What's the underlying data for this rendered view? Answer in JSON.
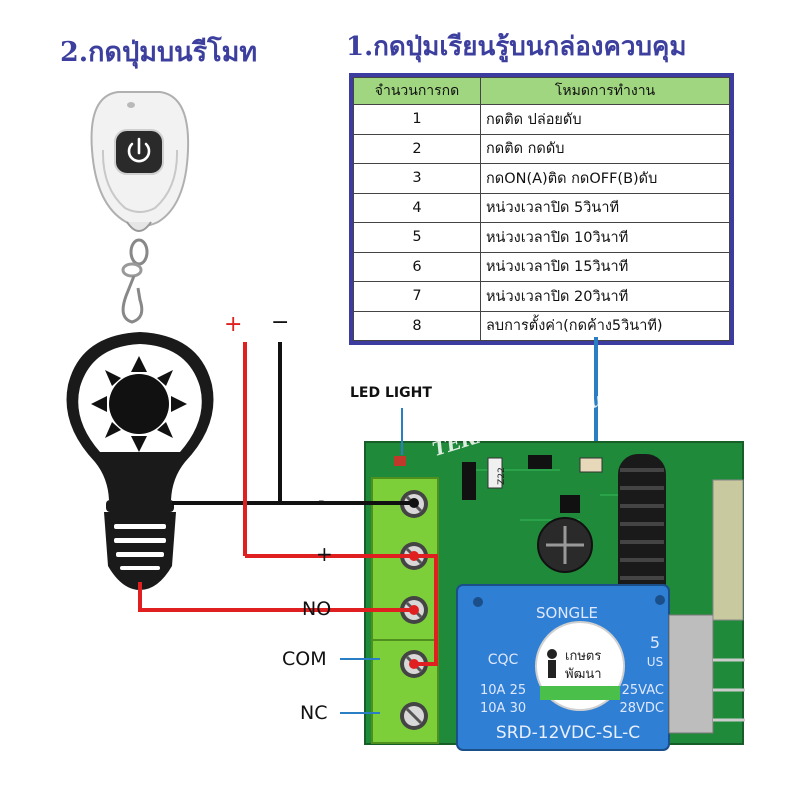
{
  "titles": {
    "remote": "2.กดปุ่มบนรีโมท",
    "learn": "1.กดปุ่มเรียนรู้บนกล่องควบคุม"
  },
  "table": {
    "headers": [
      "จำนวนการกด",
      "โหมดการทำงาน"
    ],
    "rows": [
      {
        "n": "1",
        "mode": "กดติด ปล่อยดับ"
      },
      {
        "n": "2",
        "mode": "กดติด กดดับ"
      },
      {
        "n": "3",
        "mode": "กดON(A)ติด กดOFF(B)ดับ"
      },
      {
        "n": "4",
        "mode": "หน่วงเวลาปิด 5วินาที"
      },
      {
        "n": "5",
        "mode": "หน่วงเวลาปิด 10วินาที"
      },
      {
        "n": "6",
        "mode": "หน่วงเวลาปิด 15วินาที"
      },
      {
        "n": "7",
        "mode": "หน่วงเวลาปิด 20วินาที"
      },
      {
        "n": "8",
        "mode": "ลบการตั้งค่า(กดค้าง5วินาที)"
      }
    ]
  },
  "labels": {
    "plus_top": "+",
    "minus_top": "−",
    "led_light": "LED LIGHT",
    "term_minus": "-",
    "term_plus": "+",
    "no": "NO",
    "com": "COM",
    "nc": "NC"
  },
  "board": {
    "relay_brand": "SONGLE",
    "relay_cert": "CQC",
    "relay_five": "5",
    "relay_us": "US",
    "relay_rating1_left": "10A 25",
    "relay_rating1_right": "25VAC",
    "relay_rating2_left": "10A 30",
    "relay_rating2_right": "28VDC",
    "relay_model": "SRD-12VDC-SL-C",
    "chip_label": "Z22",
    "watermark": "TERA Quality Supply",
    "logo_line1": "เกษตร",
    "logo_line2": "พัฒนา"
  },
  "colors": {
    "title": "#3c3f9e",
    "table_border": "#3c3ca0",
    "table_header": "#9fd67f",
    "wire_red": "#e02020",
    "pcb_green": "#1f8a3a",
    "terminal_green": "#7dcf3a",
    "relay_blue": "#2f7fd4",
    "leader_line": "#2a7fc4"
  },
  "icons": [
    "remote-power-icon",
    "sun-icon",
    "bulb-icon"
  ]
}
